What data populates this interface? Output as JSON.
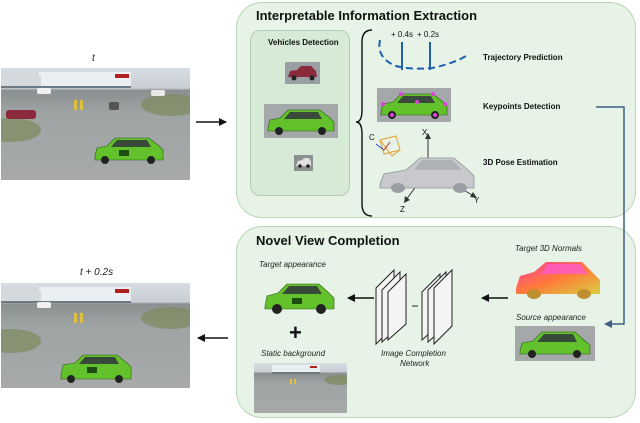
{
  "frames": {
    "input_time": "t",
    "output_time": "t + 0.2s"
  },
  "extraction": {
    "title": "Interpretable Information Extraction",
    "vehicles_detection": "Vehicles Detection",
    "trajectory_prediction": "Trajectory Prediction",
    "keypoints_detection": "Keypoints Detection",
    "pose_estimation": "3D Pose Estimation",
    "time_0_4": "+ 0.4s",
    "time_0_2": "+ 0.2s",
    "axis_x": "X",
    "axis_y": "Y",
    "axis_z": "Z",
    "axis_c": "C"
  },
  "completion": {
    "title": "Novel View Completion",
    "target_appearance": "Target appearance",
    "static_background": "Static background",
    "network_line1": "Image Completion",
    "network_line2": "Network",
    "target_normals": "Target 3D Normals",
    "source_appearance": "Source appearance",
    "plus": "+"
  },
  "colors": {
    "panel_fill": "#e7f3e7",
    "inner_fill": "#d6ead6",
    "car_green": "#63c22b",
    "trajectory_blue": "#1f5fb0",
    "connector_blue": "#3d5f86"
  }
}
